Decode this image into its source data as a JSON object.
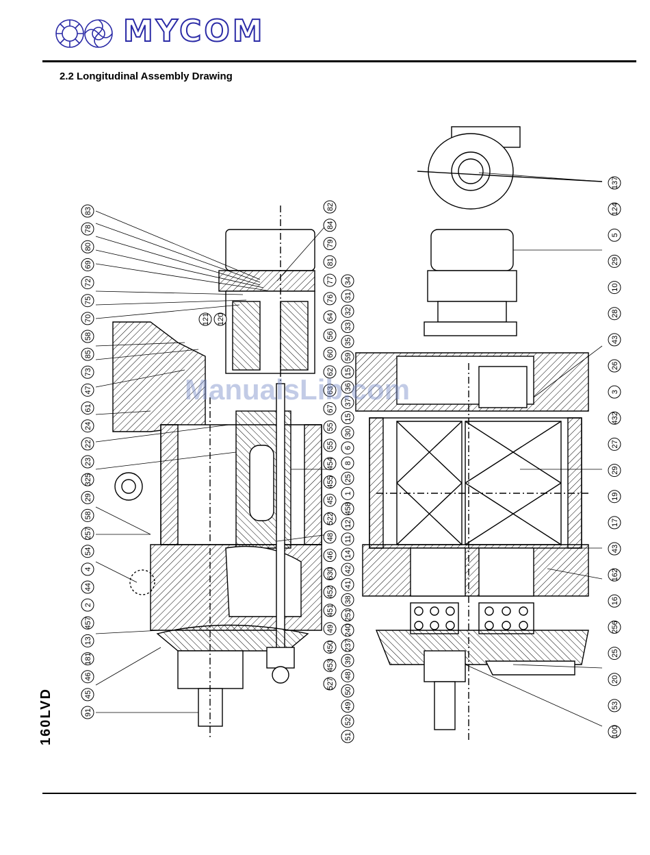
{
  "header": {
    "logo_text": "MYCOM"
  },
  "section": {
    "title": "2.2 Longitudinal Assembly Drawing"
  },
  "drawing": {
    "model": "160LVD",
    "watermark": "ManualsLib.com",
    "left_callouts": [
      "83",
      "78",
      "80",
      "69",
      "72",
      "75",
      "70",
      "58",
      "85",
      "73",
      "47",
      "61",
      "24",
      "22",
      "23",
      "325",
      "29",
      "58",
      "257",
      "54",
      "4",
      "44",
      "2",
      "457",
      "13",
      "181",
      "46",
      "45",
      "91"
    ],
    "center_callouts": [
      "82",
      "84",
      "79",
      "81",
      "77",
      "76",
      "64",
      "56",
      "60",
      "62",
      "63",
      "67",
      "55",
      "55",
      "454",
      "455",
      "45",
      "522",
      "48",
      "46",
      "630",
      "452",
      "451",
      "49",
      "450",
      "453",
      "527"
    ],
    "top_callouts": [
      "121",
      "120"
    ],
    "right_mid_callouts": [
      "34",
      "31",
      "32",
      "33",
      "35",
      "59",
      "15",
      "36",
      "37",
      "15",
      "30",
      "6",
      "8",
      "25",
      "1",
      "458",
      "12",
      "11",
      "14",
      "42",
      "41",
      "38",
      "251",
      "240",
      "237",
      "39",
      "48",
      "50",
      "49",
      "52",
      "51"
    ],
    "right_callouts": [
      "137",
      "124",
      "5",
      "29",
      "10",
      "28",
      "43",
      "26",
      "3",
      "432",
      "27",
      "29",
      "19",
      "17",
      "43",
      "162",
      "16",
      "256",
      "25",
      "20",
      "53",
      "100"
    ]
  }
}
